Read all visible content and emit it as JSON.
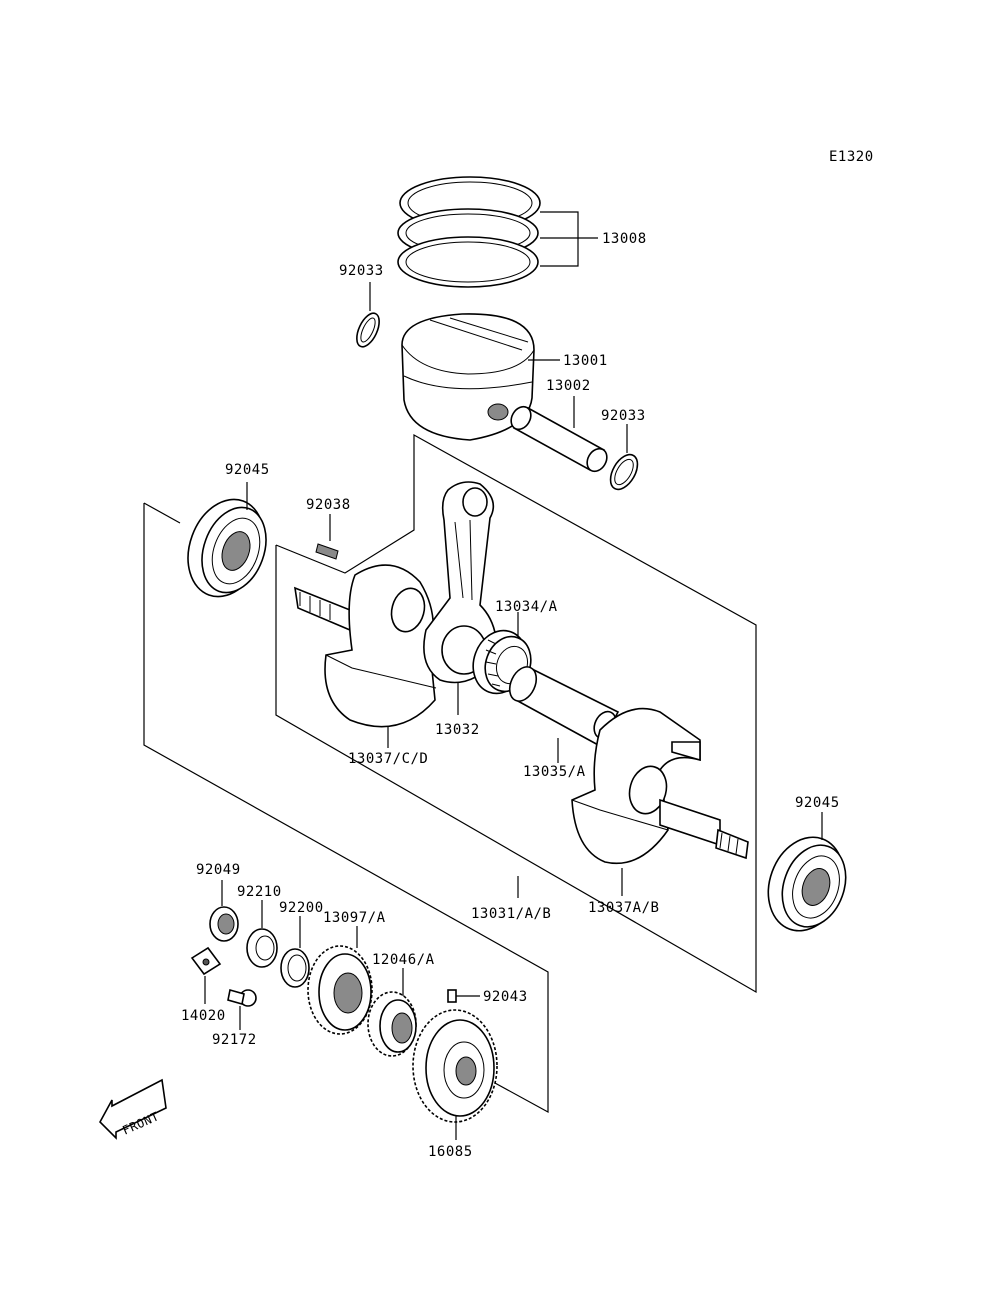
{
  "diagram_code": "E1320",
  "front_label": "FRONT",
  "parts": {
    "rings": "13008",
    "circlip_left": "92033",
    "piston": "13001",
    "piston_pin": "13002",
    "circlip_right": "92033",
    "bearing_left": "92045",
    "key": "92038",
    "needle_bearing": "13034/A",
    "con_rod": "13032",
    "crank_left": "13037/C/D",
    "crankpin": "13035/A",
    "bearing_right": "92045",
    "crank_assy": "13031/A/B",
    "crank_right": "13037A/B",
    "oil_seal": "92049",
    "spacer_92210": "92210",
    "washer_92200": "92200",
    "gear_13097": "13097/A",
    "gear_12046": "12046/A",
    "pin_92043": "92043",
    "plate_14020": "14020",
    "bolt_92172": "92172",
    "gear_16085": "16085"
  }
}
